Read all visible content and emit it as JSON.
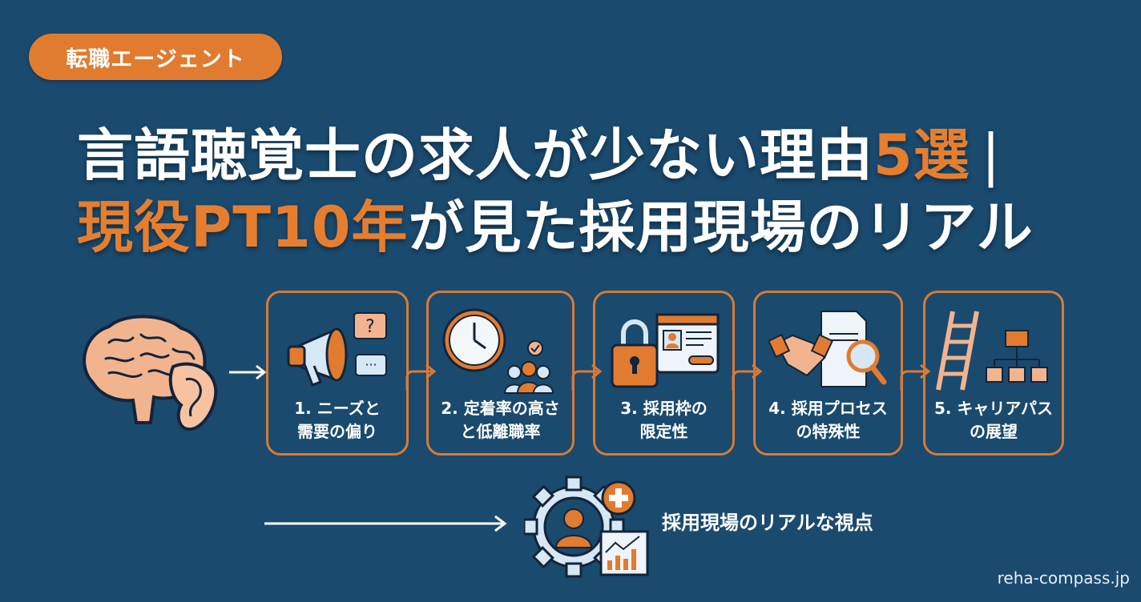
{
  "badge": {
    "label": "転職エージェント"
  },
  "title": {
    "line1_white": "言語聴覚士の求人が少ない理由",
    "line1_orange": "5選",
    "line1_separator": "|",
    "line2_orange": "現役PT10年",
    "line2_white": "が見た採用現場のリアル"
  },
  "steps": [
    {
      "number": "1.",
      "line1": "1. ニーズと",
      "line2": "需要の偏り",
      "icon": "megaphone-icon"
    },
    {
      "number": "2.",
      "line1": "2. 定着率の高さ",
      "line2": "と低離職率",
      "icon": "clock-team-icon"
    },
    {
      "number": "3.",
      "line1": "3. 採用枠の",
      "line2": "限定性",
      "icon": "lock-profile-icon"
    },
    {
      "number": "4.",
      "line1": "4. 採用プロセス",
      "line2": "の特殊性",
      "icon": "handshake-document-icon"
    },
    {
      "number": "5.",
      "line1": "5. キャリアパス",
      "line2": "の展望",
      "icon": "ladder-orgchart-icon"
    }
  ],
  "conclusion": {
    "label": "採用現場のリアルな視点",
    "icon": "gear-person-chart-icon"
  },
  "footer": {
    "site": "reha-compass.jp"
  },
  "colors": {
    "background": "#1a4a6e",
    "accent": "#e17b2f",
    "text": "#ffffff",
    "light_icon": "#d6e8f5",
    "skin": "#f2b48e"
  }
}
